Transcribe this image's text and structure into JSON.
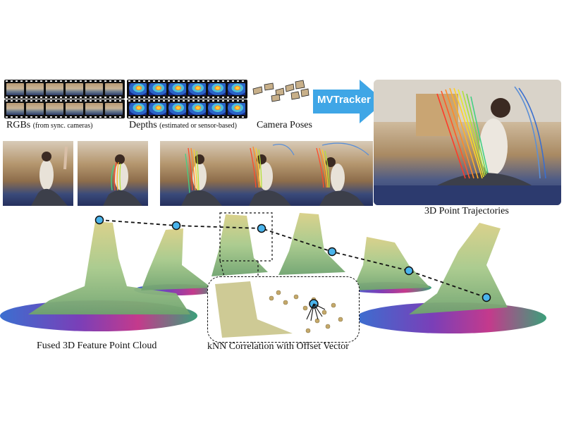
{
  "labels": {
    "rgbs_main": "RGBs",
    "rgbs_sub": "(from sync. cameras)",
    "depths_main": "Depths",
    "depths_sub": "(estimated or sensor-based)",
    "camera_poses": "Camera Poses",
    "mvtracker": "MVTracker",
    "trajectories": "3D Point Trajectories",
    "fused": "Fused 3D Feature Point Cloud",
    "knn": "kNN Correlation with Offset Vector"
  },
  "colors": {
    "arrow": "#3fa6e6",
    "node": "#4ab4ec",
    "strip": "#111111"
  },
  "icons": [
    "film-strip-icon",
    "camera-pose-icon",
    "tracker-arrow-icon",
    "query-point-icon"
  ]
}
